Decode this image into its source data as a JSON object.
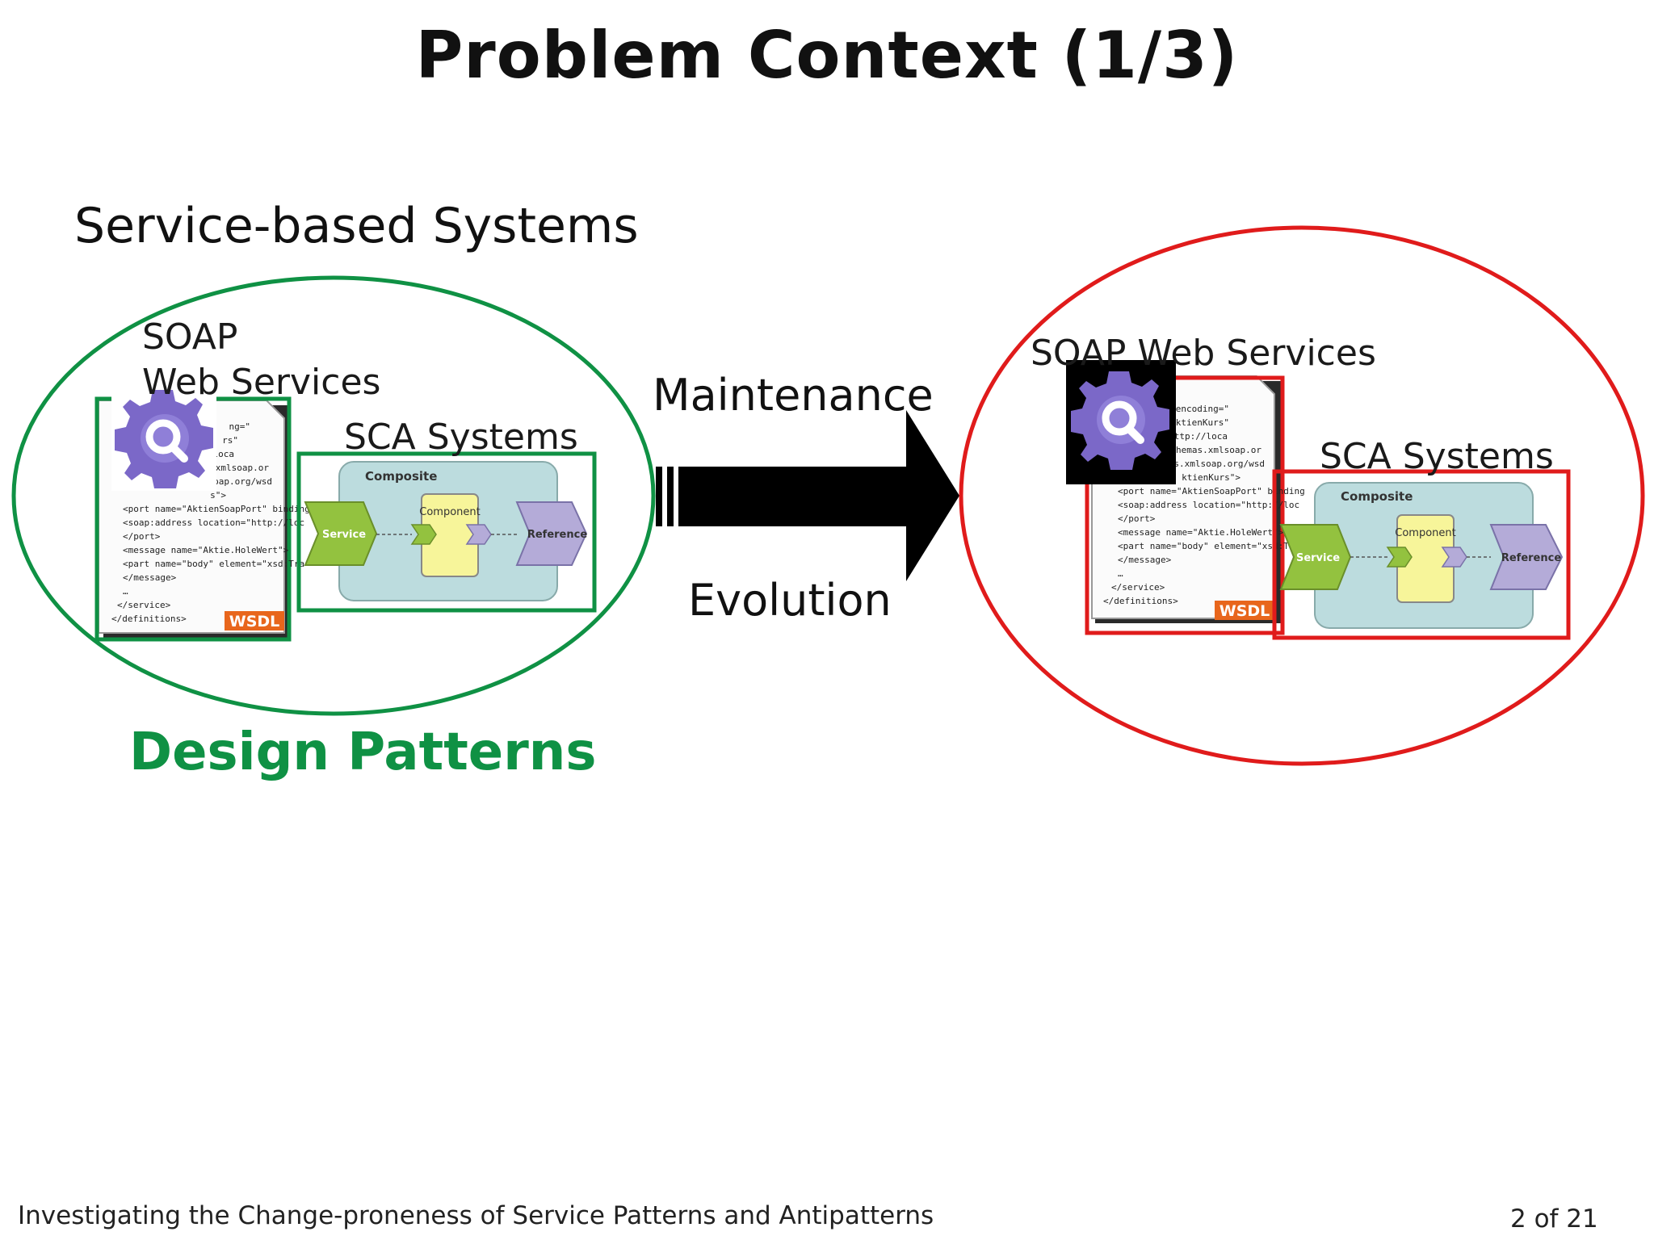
{
  "slide": {
    "title": "Problem Context (1/3)",
    "section": "Service-based Systems",
    "footer_left": "Investigating the Change-proneness of Service Patterns and Antipatterns",
    "footer_right": "2 of 21"
  },
  "left_group": {
    "soap_label_line1": "SOAP",
    "soap_label_line2": "Web Services",
    "sca_label": "SCA Systems",
    "caption": "Design Patterns",
    "color": "#0f9144"
  },
  "right_group": {
    "soap_label": "SOAP Web Services",
    "sca_label": "SCA Systems",
    "color": "#e01b1b"
  },
  "arrow": {
    "top_label": "Maintenance",
    "bottom_label": "Evolution"
  },
  "wsdl_code_lines": [
    "<port name=\"AktienSoapPort\" binding",
    "  <soap:address location=\"http://loc",
    "</port>",
    "<message name=\"Aktie.HoleWert\">",
    "  <part name=\"body\" element=\"xsd:Tra",
    "</message>",
    "…",
    "</service>",
    "</definitions>"
  ],
  "wsdl_code_top": [
    "ng=\"",
    "rs\"",
    "loca",
    ".xmlsoap.or",
    "lsoap.org/wsd",
    "s\">"
  ],
  "wsdl_code_top_right": [
    "\" encoding=\"",
    "\"AktienKurs\"",
    "\"http://loca",
    "//schemas.xmlsoap.or",
    "chemas.xmlsoap.org/wsd",
    "ktienKurs\">"
  ],
  "wsdl_badge": "WSDL",
  "sca_diagram": {
    "composite": "Composite",
    "component": "Component",
    "service": "Service",
    "reference": "Reference"
  }
}
